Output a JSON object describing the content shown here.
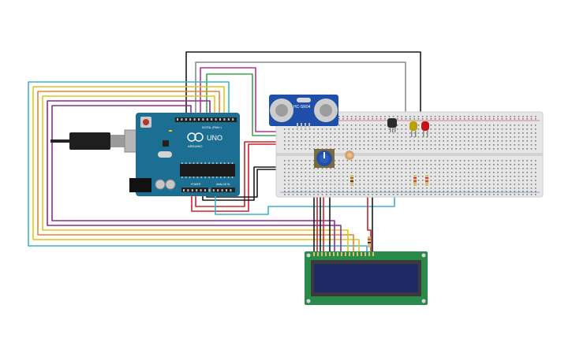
{
  "arduino": {
    "model_label": "UNO",
    "brand_label": "ARDUINO",
    "digital_label": "DIGITAL (PWM~)",
    "power_label": "POWER",
    "analog_label": "ANALOG IN",
    "board_color": "#1d6e93"
  },
  "ultrasonic_sensor": {
    "model_label": "HC-SR04",
    "board_color": "#1f4fa8"
  },
  "lcd": {
    "board_color": "#2a8a4a",
    "screen_color": "#1d2a63"
  },
  "breadboard": {
    "color": "#e6e6e6"
  },
  "leds": [
    {
      "name": "yellow-led",
      "color": "#b8a100"
    },
    {
      "name": "red-led",
      "color": "#c0161b"
    }
  ],
  "wire_colors": {
    "black": "#1a1a1a",
    "red": "#d0202a",
    "green": "#3aa84b",
    "gray": "#8a8a8a",
    "cyan": "#3bb4c7",
    "yellow": "#e6c417",
    "purple": "#8a2c97",
    "orange": "#e8862a",
    "magenta": "#b5348f"
  }
}
